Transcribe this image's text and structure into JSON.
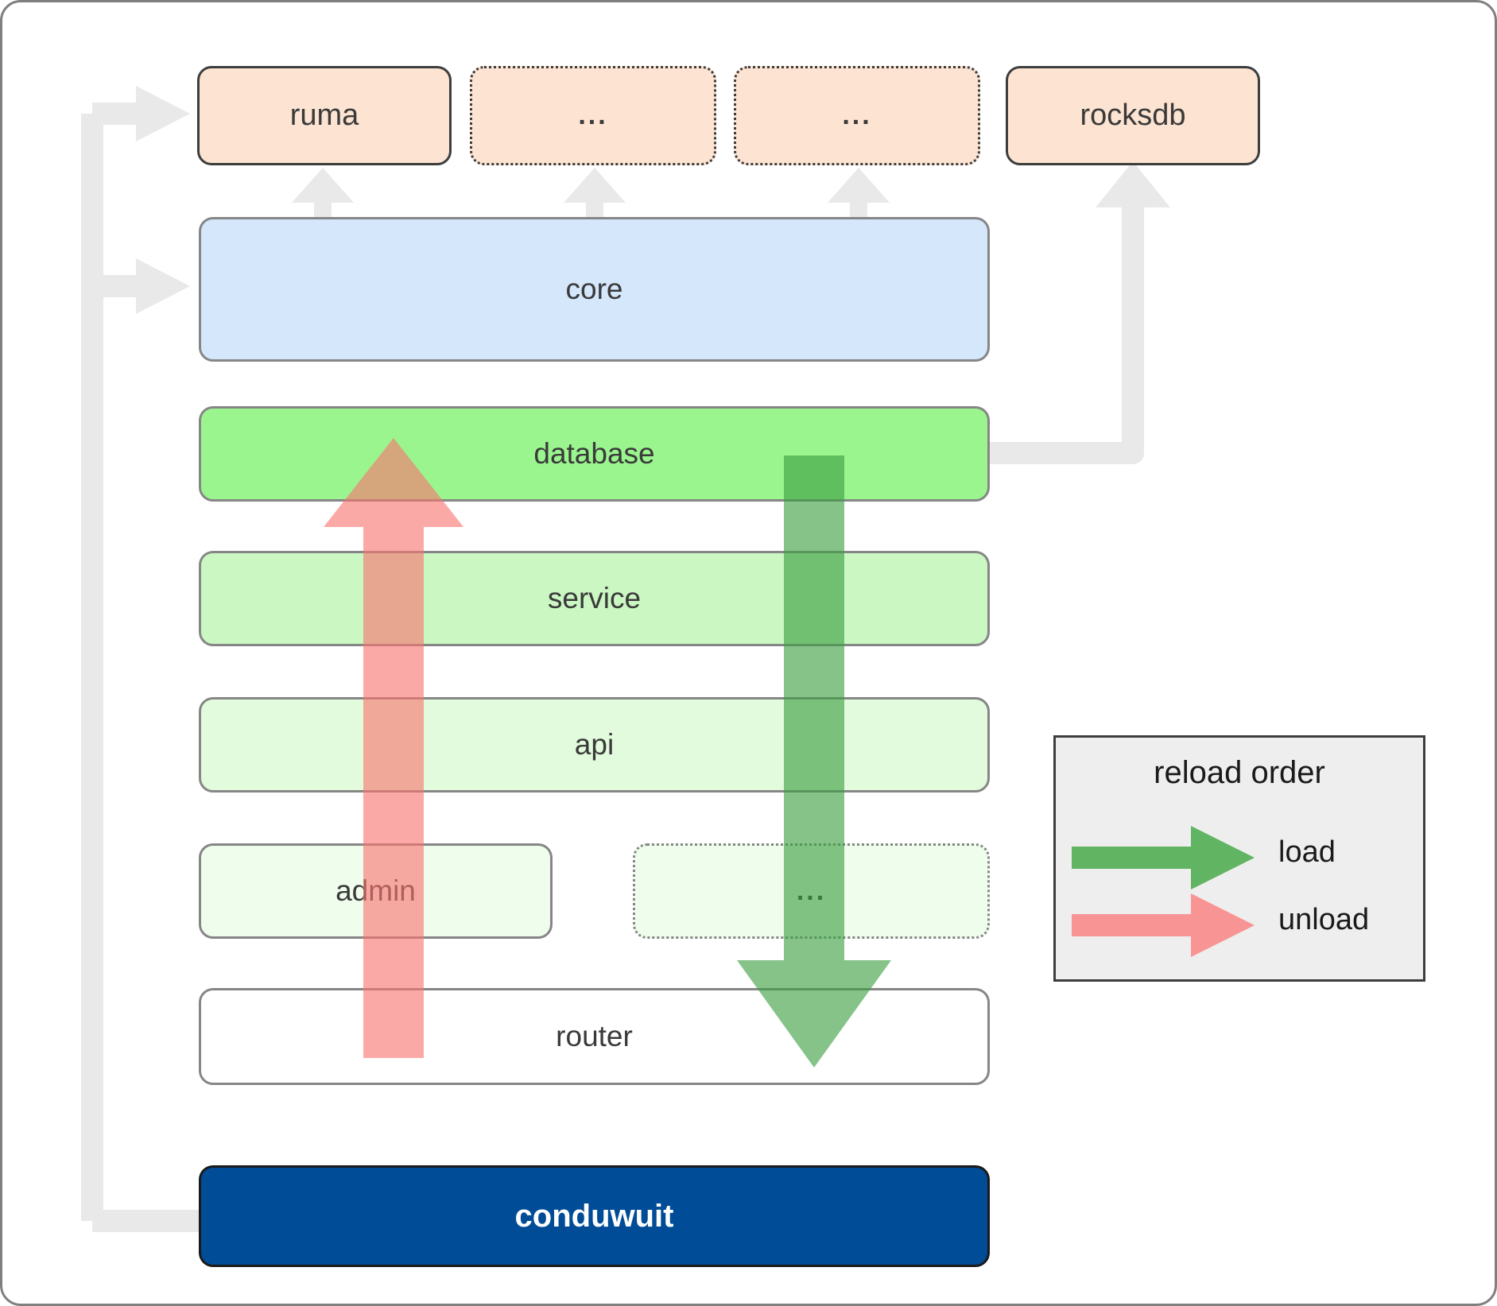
{
  "diagram": {
    "title": "conduwuit crate architecture / reload order",
    "outer_border_color": "#7f7f7f",
    "background": "#ffffff"
  },
  "dependencies": [
    {
      "label": "ruma",
      "style": "solid"
    },
    {
      "label": "...",
      "style": "dotted"
    },
    {
      "label": "...",
      "style": "dotted"
    },
    {
      "label": "rocksdb",
      "style": "solid"
    }
  ],
  "layers": [
    {
      "label": "core",
      "color": "#d4e7fb"
    },
    {
      "label": "database",
      "color": "#9bf58e"
    },
    {
      "label": "service",
      "color": "#caf7c2"
    },
    {
      "label": "api",
      "color": "#e2fbdc"
    },
    {
      "label": "admin",
      "color": "#effdec"
    },
    {
      "label": "...",
      "color": "#effdec"
    },
    {
      "label": "router",
      "color": "#ffffff"
    }
  ],
  "app": {
    "label": "conduwuit",
    "color": "#004c97",
    "text_color": "#ffffff"
  },
  "legend": {
    "title": "reload order",
    "items": [
      {
        "label": "load",
        "color": "#57b05a"
      },
      {
        "label": "unload",
        "color": "#f98e8e"
      }
    ]
  },
  "arrows": {
    "load_color": "#57b05a",
    "unload_color": "#f98e8e",
    "connector_color": "#e9e9e9"
  }
}
